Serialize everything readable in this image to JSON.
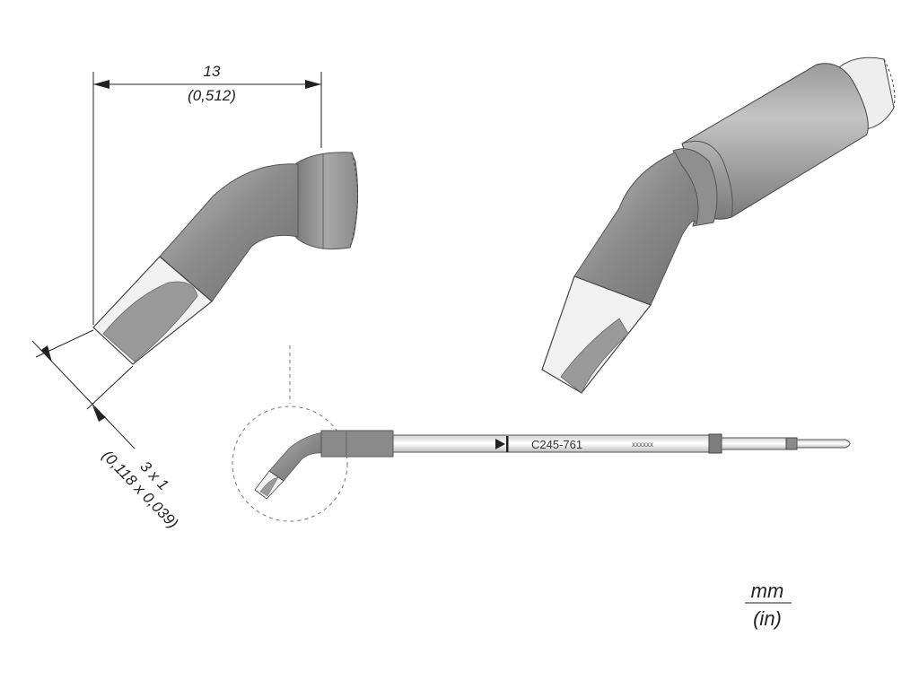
{
  "dimensions": {
    "length_mm": "13",
    "length_in": "(0,512)",
    "tip_mm": "3 x 1",
    "tip_in": "(0,118 x 0,039)"
  },
  "cartridge": {
    "part_number": "C245-761",
    "serial_placeholder": "xxxxxx"
  },
  "units": {
    "primary": "mm",
    "secondary": "(in)"
  },
  "colors": {
    "metal": "#8a8a8a",
    "tin": "#efefef",
    "line": "#222222"
  }
}
